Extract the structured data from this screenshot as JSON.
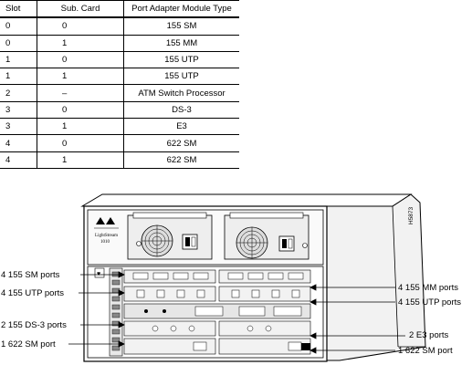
{
  "table": {
    "headers": [
      "Slot",
      "Sub. Card",
      "Port Adapter Module Type"
    ],
    "rows": [
      [
        "0",
        "0",
        "155 SM"
      ],
      [
        "0",
        "1",
        "155 MM"
      ],
      [
        "1",
        "0",
        "155 UTP"
      ],
      [
        "1",
        "1",
        "155 UTP"
      ],
      [
        "2",
        "–",
        "ATM Switch Processor"
      ],
      [
        "3",
        "0",
        "DS-3"
      ],
      [
        "3",
        "1",
        "E3"
      ],
      [
        "4",
        "0",
        "622 SM"
      ],
      [
        "4",
        "1",
        "622 SM"
      ]
    ]
  },
  "diagram": {
    "figure_id": "H5873",
    "logo_text": "LightStream",
    "logo_sub": "1010",
    "callouts_left": [
      "4 155 SM ports",
      "4 155 UTP ports",
      "2 155 DS-3 ports",
      "1 622 SM port"
    ],
    "callouts_right": [
      "4 155 MM ports",
      "4 155 UTP ports",
      "2 E3 ports",
      "1 622 SM port"
    ]
  }
}
